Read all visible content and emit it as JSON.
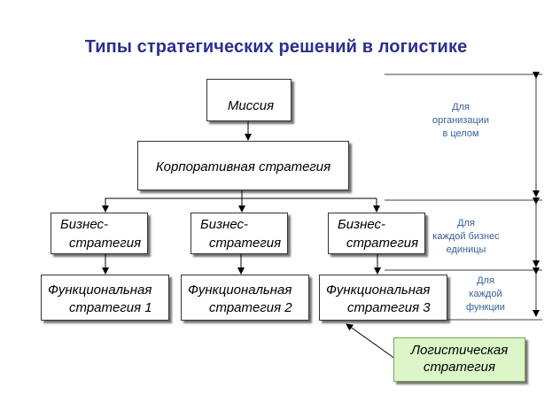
{
  "title": "Типы стратегических решений в логистике",
  "nodes": {
    "mission": "Миссия",
    "corporate": "Корпоративная стратегия",
    "business": [
      {
        "line1": "Бизнес-",
        "line2": "стратегия"
      },
      {
        "line1": "Бизнес-",
        "line2": "стратегия"
      },
      {
        "line1": "Бизнес-",
        "line2": "стратегия"
      }
    ],
    "functional": [
      {
        "line1": "Функциональная",
        "line2": "стратегия 1"
      },
      {
        "line1": "Функциональная",
        "line2": "стратегия 2"
      },
      {
        "line1": "Функциональная",
        "line2": "стратегия 3"
      }
    ],
    "logistics": {
      "line1": "Логистическая",
      "line2": "стратегия"
    }
  },
  "levels": {
    "organization": [
      "Для",
      "организации",
      "в целом"
    ],
    "business_unit": [
      "Для",
      "каждой бизнес",
      "единицы"
    ],
    "function": [
      "Для",
      "каждой",
      "функции"
    ]
  },
  "colors": {
    "title": "#2e2e8f",
    "level_text": "#38609a",
    "logistics_fill": "#dcf6c8"
  }
}
